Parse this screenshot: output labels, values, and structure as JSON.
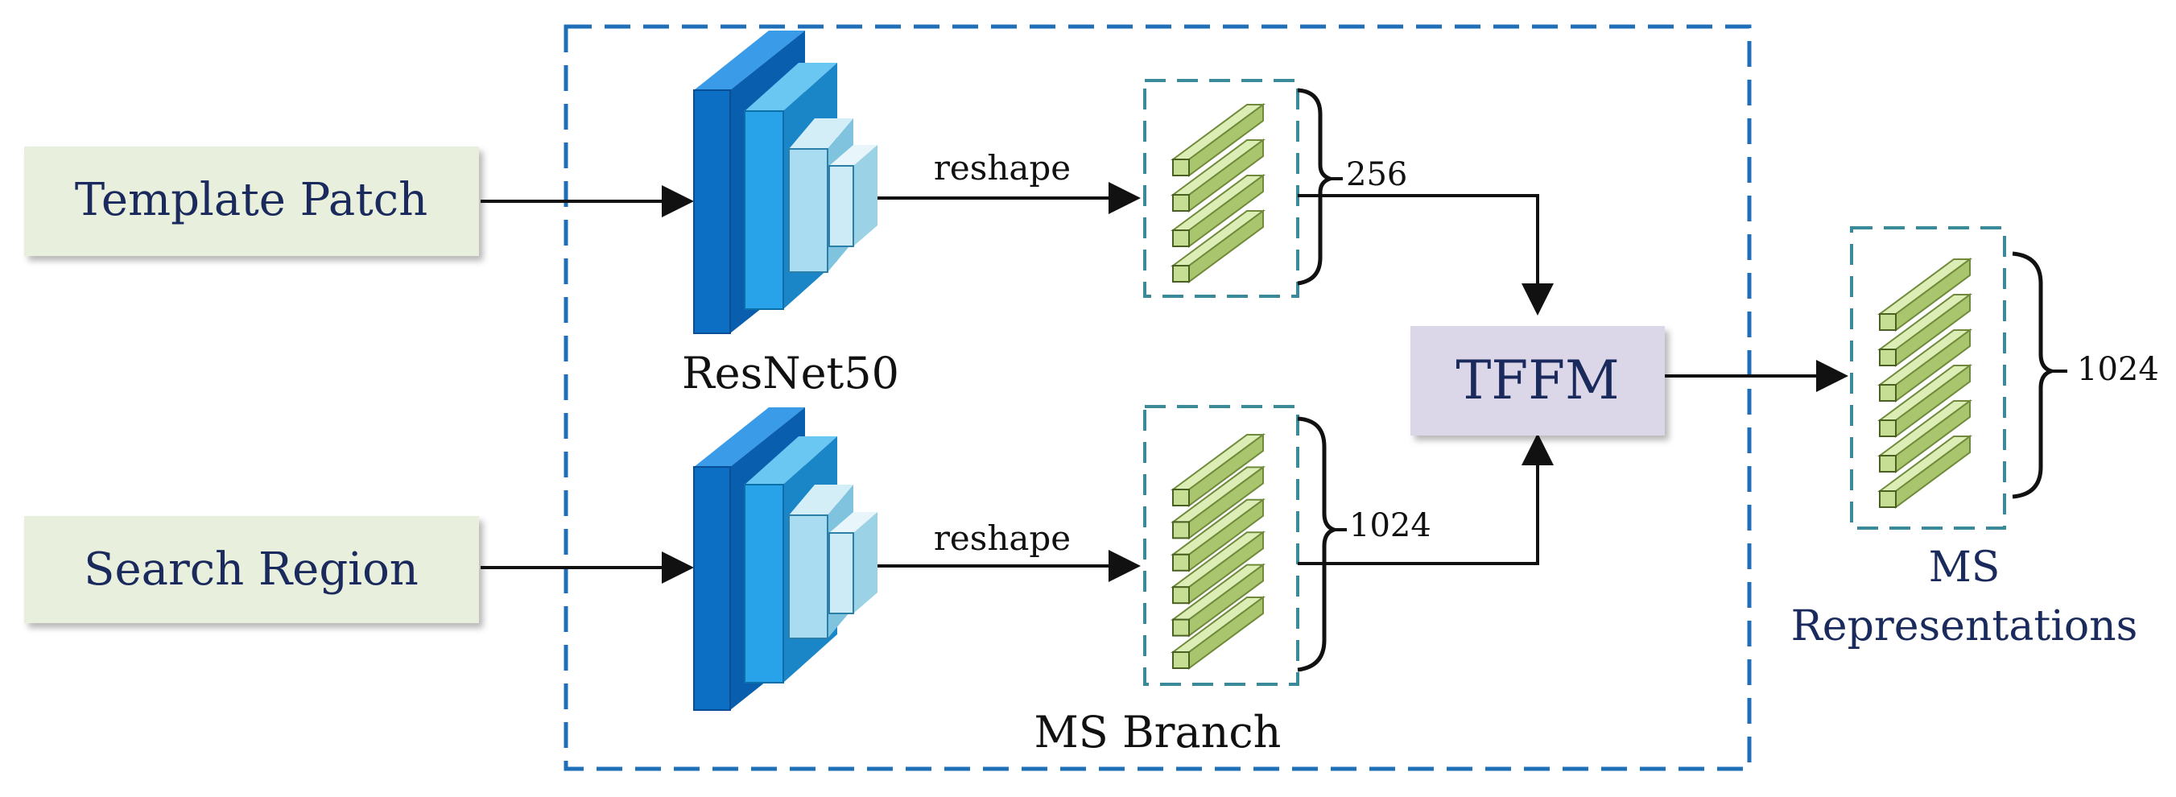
{
  "inputs": {
    "template": "Template Patch",
    "search": "Search Region"
  },
  "backbone": {
    "label": "ResNet50"
  },
  "edges": {
    "reshape_top": "reshape",
    "reshape_bottom": "reshape"
  },
  "features": {
    "template_dim": "256",
    "search_dim": "1024"
  },
  "fusion": {
    "label": "TFFM"
  },
  "branch": {
    "label": "MS Branch"
  },
  "output": {
    "label_line1": "MS",
    "label_line2": "Representations",
    "dim": "1024"
  },
  "colors": {
    "input_fill": "#e8efdd",
    "fusion_fill": "#dcd7e8",
    "text_navy": "#1a2a5c",
    "dashed_outer": "#1f6fb8",
    "dashed_inner": "#3a8a9a",
    "block_dark": "#0d6fc4",
    "block_mid": "#28a3ea",
    "block_light": "#a9dcf0",
    "slab_fill": "#c6de93",
    "slab_stroke": "#6f8a3a"
  }
}
